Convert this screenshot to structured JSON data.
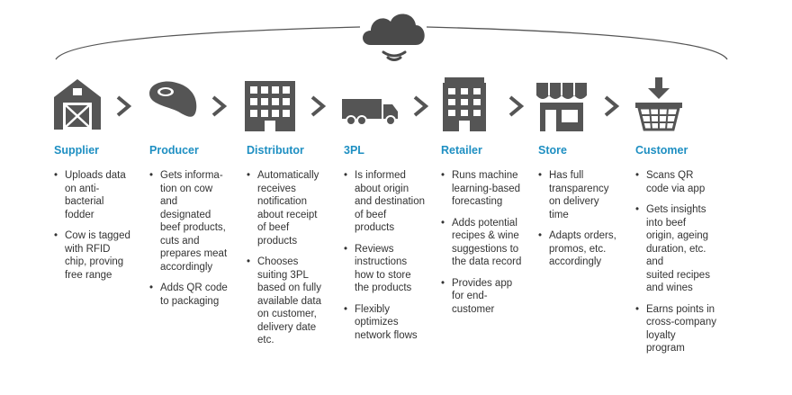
{
  "stages": [
    {
      "title": "Supplier",
      "icon": "barn-icon",
      "bullets": [
        "Uploads data\non anti-\nbacterial\nfodder",
        "Cow is tagged\nwith RFID\nchip, proving\nfree range"
      ]
    },
    {
      "title": "Producer",
      "icon": "meat-steak-icon",
      "bullets": [
        "Gets informa-\ntion on cow\nand\ndesignated\nbeef products,\ncuts and\nprepares meat\naccordingly",
        "Adds QR code\nto packaging"
      ]
    },
    {
      "title": "Distributor",
      "icon": "warehouse-building-icon",
      "bullets": [
        "Automatically\nreceives\nnotification\nabout receipt\nof beef\nproducts",
        "Chooses\nsuiting 3PL\nbased on fully\navailable data\non customer,\ndelivery date\netc."
      ]
    },
    {
      "title": "3PL",
      "icon": "truck-icon",
      "bullets": [
        "Is informed\nabout origin\nand destination\nof beef\nproducts",
        "Reviews\ninstructions\nhow to store\nthe products",
        "Flexibly\noptimizes\nnetwork flows"
      ]
    },
    {
      "title": "Retailer",
      "icon": "office-building-icon",
      "bullets": [
        "Runs machine\nlearning-based\nforecasting",
        "Adds potential\nrecipes & wine\nsuggestions to\nthe data record",
        "Provides app\nfor end-\ncustomer"
      ]
    },
    {
      "title": "Store",
      "icon": "storefront-icon",
      "bullets": [
        "Has full\ntransparency\non delivery\ntime",
        "Adapts orders,\npromos, etc.\naccordingly"
      ]
    },
    {
      "title": "Customer",
      "icon": "shopping-basket-icon",
      "bullets": [
        "Scans QR\ncode via app",
        "Gets insights\ninto beef\norigin, ageing\nduration, etc.\nand\nsuited recipes\nand wines",
        "Earns points in\ncross-company\nloyalty\nprogram"
      ]
    }
  ],
  "cloud_icon": "cloud-wifi-icon",
  "arrow_icon": "chevron-right-icon",
  "colors": {
    "title": "#1e8fc2",
    "icon": "#555555",
    "arc": "#555555"
  }
}
